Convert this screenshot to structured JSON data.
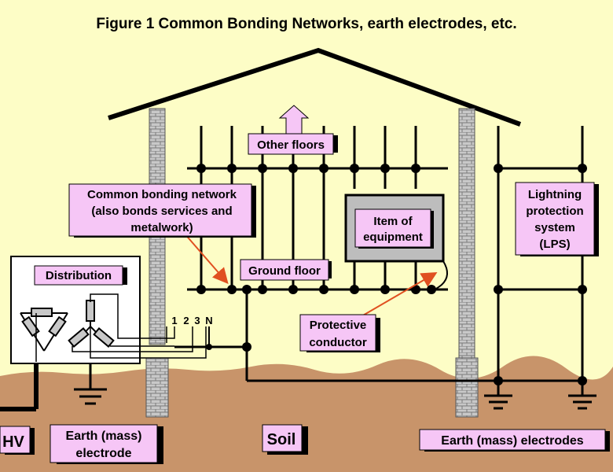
{
  "title": "Figure 1   Common Bonding Networks, earth electrodes, etc.",
  "labels": {
    "other_floors": "Other floors",
    "cbn_line1": "Common bonding network",
    "cbn_line2": "(also bonds services and",
    "cbn_line3": "metalwork)",
    "ground_floor": "Ground floor",
    "item_line1": "Item of",
    "item_line2": "equipment",
    "lps_line1": "Lightning",
    "lps_line2": "protection",
    "lps_line3": "system",
    "lps_line4": "(LPS)",
    "distribution": "Distribution",
    "terminals": [
      "1",
      "2",
      "3",
      "N"
    ],
    "protective_line1": "Protective",
    "protective_line2": "conductor",
    "hv": "HV",
    "earth_electrode_line1": "Earth (mass)",
    "earth_electrode_line2": "electrode",
    "soil": "Soil",
    "earth_electrodes": "Earth (mass) electrodes"
  },
  "colors": {
    "background": "#fdfdc6",
    "soil": "#c89060",
    "label_fill": "#f6c6f6",
    "equipment_box": "#bdbdbd",
    "arrow": "#e05020",
    "brick": "#c0c0c0"
  }
}
